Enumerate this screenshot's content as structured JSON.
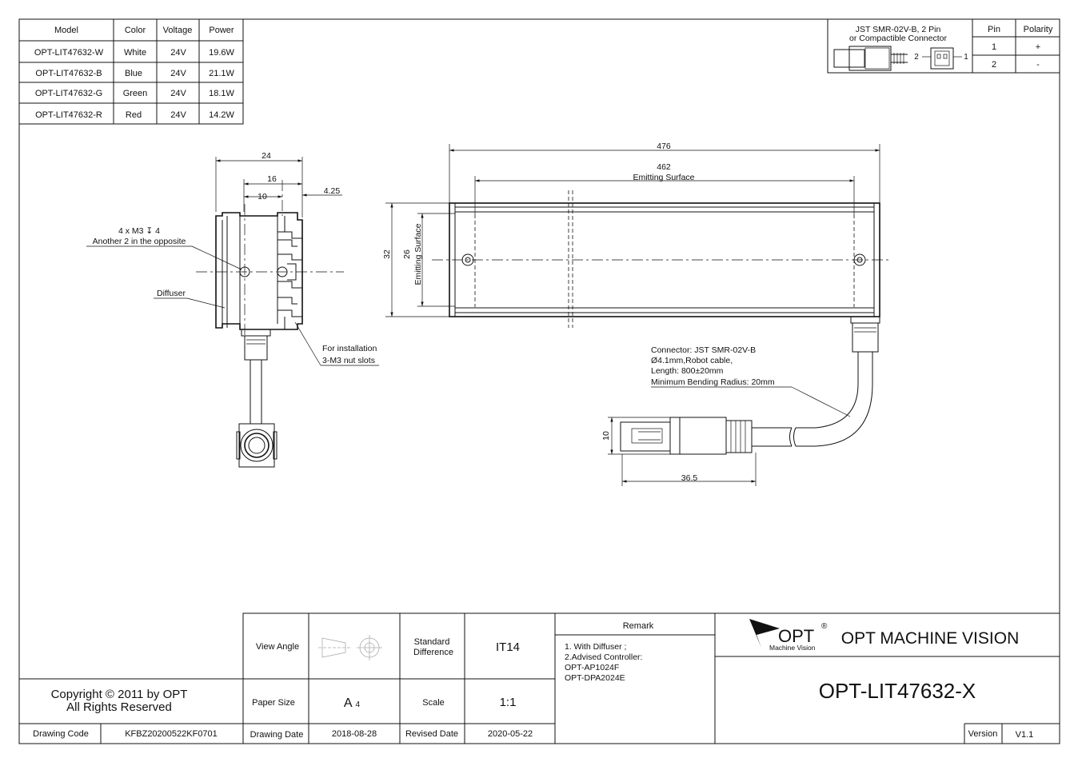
{
  "model_table": {
    "headers": [
      "Model",
      "Color",
      "Voltage",
      "Power"
    ],
    "rows": [
      [
        "OPT-LIT47632-W",
        "White",
        "24V",
        "19.6W"
      ],
      [
        "OPT-LIT47632-B",
        "Blue",
        "24V",
        "21.1W"
      ],
      [
        "OPT-LIT47632-G",
        "Green",
        "24V",
        "18.1W"
      ],
      [
        "OPT-LIT47632-R",
        "Red",
        "24V",
        "14.2W"
      ]
    ]
  },
  "connector_table": {
    "title_line1": "JST SMR-02V-B, 2 Pin",
    "title_line2": "or Compactible Connector",
    "pin_label_2": "2",
    "pin_label_1": "1",
    "headers": [
      "Pin",
      "Polarity"
    ],
    "rows": [
      [
        "1",
        "+"
      ],
      [
        "2",
        "-"
      ]
    ]
  },
  "side_view": {
    "dim_24": "24",
    "dim_16": "16",
    "dim_10": "10",
    "dim_4_25": "4.25",
    "screw_note": "4 x M3 ↧ 4",
    "screw_note2": "Another 2 in the opposite",
    "diffuser_label": "Diffuser",
    "install_line1": "For installation",
    "install_line2": "3-M3 nut slots"
  },
  "front_view": {
    "dim_476": "476",
    "dim_462": "462",
    "emitting_surface": "Emitting Surface",
    "dim_32": "32",
    "dim_26": "26",
    "emitting_surface_v": "Emitting Surface",
    "cable_line1": "Connector: JST SMR-02V-B",
    "cable_line2": "Ø4.1mm,Robot cable,",
    "cable_line3": "Length: 800±20mm",
    "cable_line4": "Minimum Bending Radius: 20mm",
    "dim_10": "10",
    "dim_36_5": "36.5"
  },
  "title_block": {
    "copyright1": "Copyright © 2011 by OPT",
    "copyright2": "All Rights Reserved",
    "drawing_code_label": "Drawing Code",
    "drawing_code": "KFBZ20200522KF0701",
    "view_angle_label": "View Angle",
    "standard_diff_label1": "Standard",
    "standard_diff_label2": "Difference",
    "standard_diff_value": "IT14",
    "paper_size_label": "Paper Size",
    "paper_size_value": "A",
    "paper_size_sub": "4",
    "scale_label": "Scale",
    "scale_value": "1:1",
    "drawing_date_label": "Drawing Date",
    "drawing_date": "2018-08-28",
    "revised_date_label": "Revised Date",
    "revised_date": "2020-05-22",
    "remark_label": "Remark",
    "remark1": "1. With Diffuser ;",
    "remark2": "2.Advised Controller:",
    "remark3": "OPT-AP1024F",
    "remark4": "OPT-DPA2024E",
    "logo_text": "OPT",
    "logo_reg": "®",
    "logo_sub": "Machine Vision",
    "company": "OPT MACHINE VISION",
    "part_number": "OPT-LIT47632-X",
    "version_label": "Version",
    "version": "V1.1"
  }
}
